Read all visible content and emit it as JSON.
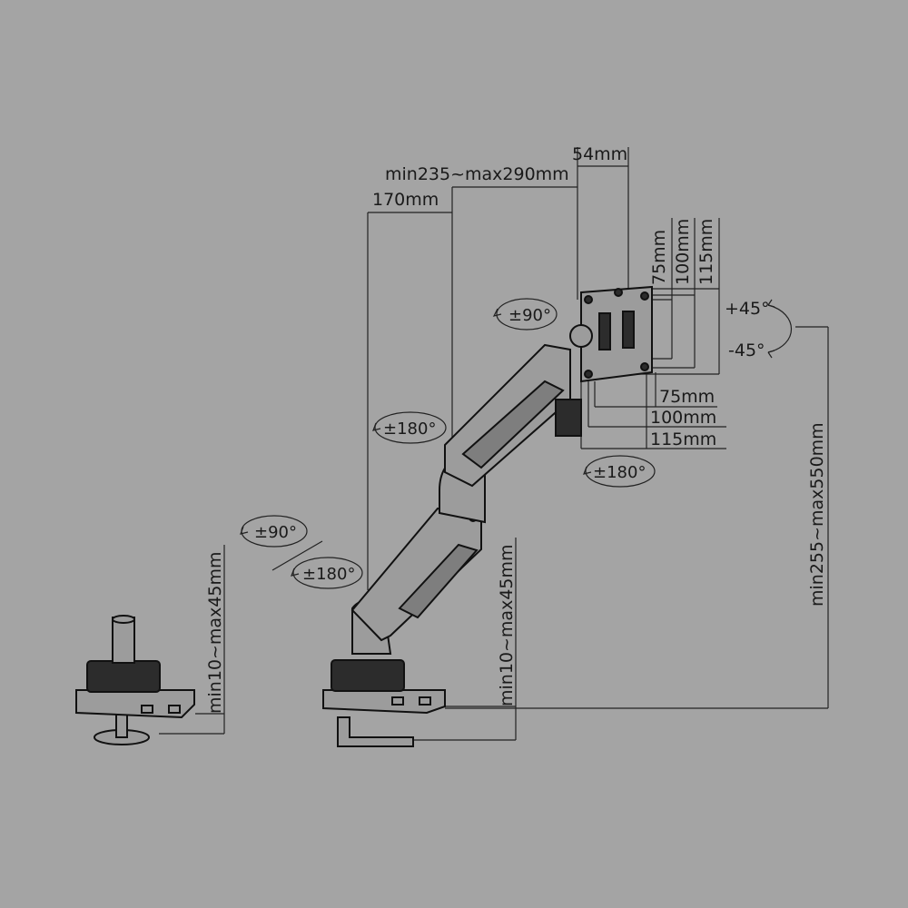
{
  "dimensions": {
    "depth_54": "54mm",
    "reach_range": "min235~max290mm",
    "reach_170": "170mm",
    "vesa_v_75": "75mm",
    "vesa_v_100": "100mm",
    "vesa_v_115": "115mm",
    "vesa_h_75": "75mm",
    "vesa_h_100": "100mm",
    "vesa_h_115": "115mm",
    "height_range": "min255~max550mm",
    "clamp_left": "min10~max45mm",
    "clamp_right": "min10~max45mm"
  },
  "rotations": {
    "head_rotate": "±90°",
    "tilt_up": "+45°",
    "tilt_down": "-45°",
    "upper_arm_swivel": "±180°",
    "head_swivel": "±180°",
    "base_rotate_90": "±90°",
    "base_rotate_180": "±180°"
  },
  "colors": {
    "background": "#a4a4a4",
    "line": "#222222",
    "dark_part": "#2c2c2c"
  }
}
